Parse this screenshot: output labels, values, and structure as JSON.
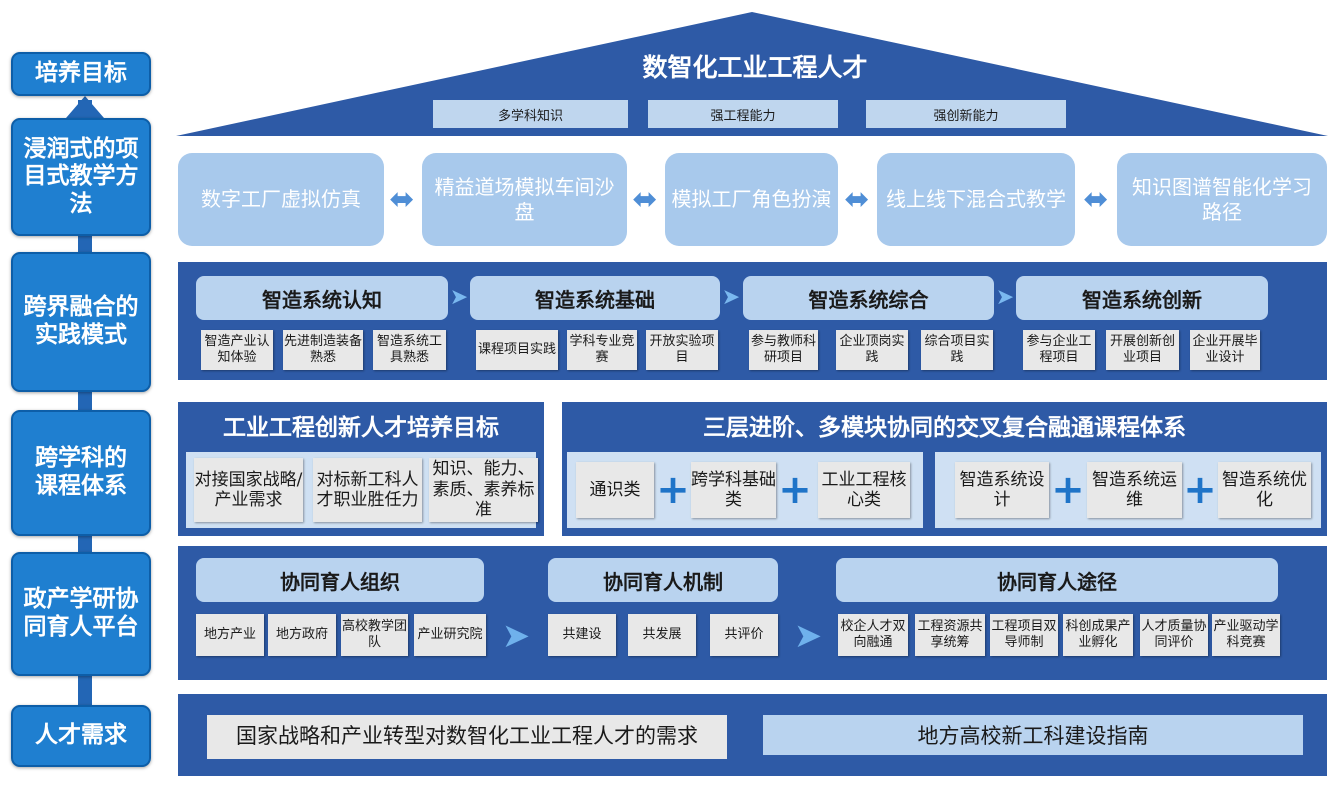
{
  "left_column": {
    "goal": "培养目标",
    "method": "浸润式的项目式教学方法",
    "practice": "跨界融合的实践模式",
    "curriculum": "跨学科的课程体系",
    "platform": "政产学研协同育人平台",
    "demand": "人才需求"
  },
  "roof": {
    "title": "数智化工业工程人才",
    "tags": [
      "多学科知识",
      "强工程能力",
      "强创新能力"
    ]
  },
  "methods": [
    "数字工厂虚拟仿真",
    "精益道场模拟车间沙盘",
    "模拟工厂角色扮演",
    "线上线下混合式教学",
    "知识图谱智能化学习路径"
  ],
  "practice": {
    "stages": [
      {
        "title": "智造系统认知",
        "items": [
          "智造产业认知体验",
          "先进制造装备熟悉",
          "智造系统工具熟悉"
        ]
      },
      {
        "title": "智造系统基础",
        "items": [
          "课程项目实践",
          "学科专业竞赛",
          "开放实验项目"
        ]
      },
      {
        "title": "智造系统综合",
        "items": [
          "参与教师科研项目",
          "企业顶岗实践",
          "综合项目实践"
        ]
      },
      {
        "title": "智造系统创新",
        "items": [
          "参与企业工程项目",
          "开展创新创业项目",
          "企业开展毕业设计"
        ]
      }
    ]
  },
  "curriculum": {
    "goal_title": "工业工程创新人才培养目标",
    "goal_items": [
      "对接国家战略/产业需求",
      "对标新工科人才职业胜任力",
      "知识、能力、素质、素养标准"
    ],
    "system_title": "三层进阶、多模块协同的交叉复合融通课程体系",
    "group1": [
      "通识类",
      "跨学科基础类",
      "工业工程核心类"
    ],
    "group2": [
      "智造系统设计",
      "智造系统运维",
      "智造系统优化"
    ]
  },
  "platform": {
    "org_title": "协同育人组织",
    "org_items": [
      "地方产业",
      "地方政府",
      "高校教学团队",
      "产业研究院"
    ],
    "mech_title": "协同育人机制",
    "mech_items": [
      "共建设",
      "共发展",
      "共评价"
    ],
    "path_title": "协同育人途径",
    "path_items": [
      "校企人才双向融通",
      "工程资源共享统筹",
      "工程项目双导师制",
      "科创成果产业孵化",
      "人才质量协同评价",
      "产业驱动学科竞赛"
    ]
  },
  "demand": {
    "left": "国家战略和产业转型对数智化工业工程人才的需求",
    "right": "地方高校新工科建设指南"
  },
  "colors": {
    "band": "#2e5aa6",
    "accent": "#1f7fd0",
    "light": "#a8c9ec"
  }
}
